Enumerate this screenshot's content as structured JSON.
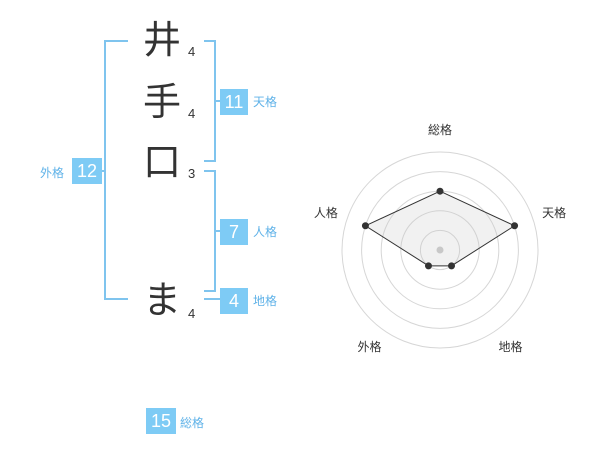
{
  "name_chars": [
    {
      "char": "井",
      "strokes": "4"
    },
    {
      "char": "手",
      "strokes": "4"
    },
    {
      "char": "口",
      "strokes": "3"
    },
    {
      "char": "ま",
      "strokes": "4"
    }
  ],
  "kakusu": {
    "tenkaku": {
      "value": "11",
      "label": "天格"
    },
    "jinkaku": {
      "value": "7",
      "label": "人格"
    },
    "chikaku": {
      "value": "4",
      "label": "地格"
    },
    "gaikaku": {
      "value": "12",
      "label": "外格"
    },
    "soukaku": {
      "value": "15",
      "label": "総格"
    }
  },
  "colors": {
    "accent": "#7ecbf5",
    "bracket": "#7fc4ee",
    "text": "#333333"
  },
  "chart_data": {
    "type": "radar",
    "axes": [
      "総格",
      "天格",
      "地格",
      "外格",
      "人格"
    ],
    "values": [
      3,
      4,
      1,
      1,
      4
    ],
    "rlim": [
      0,
      5
    ],
    "rings": 5
  }
}
